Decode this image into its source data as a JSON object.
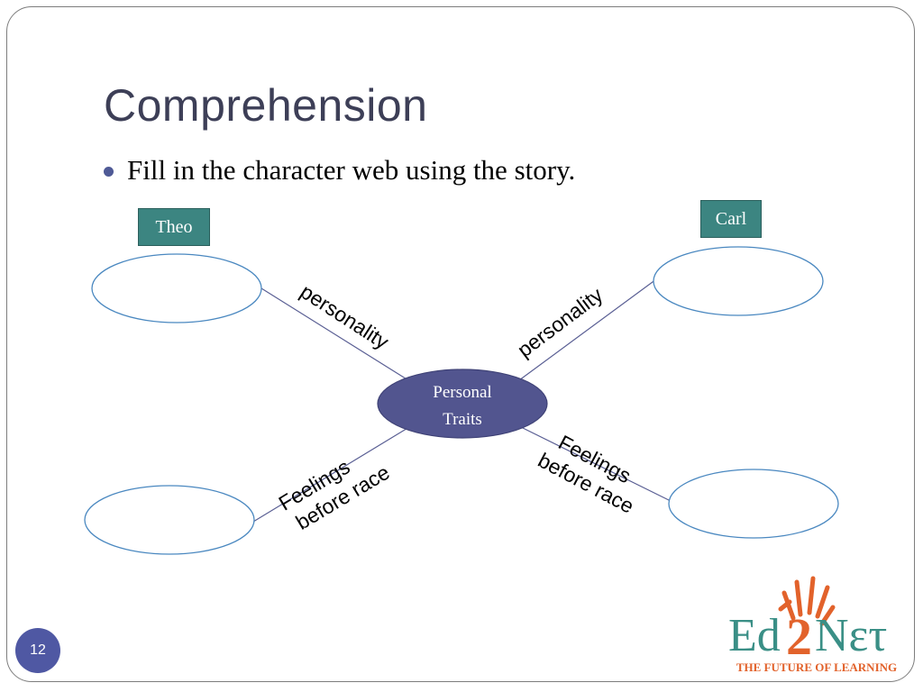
{
  "slide": {
    "title": "Comprehension",
    "bullet": "Fill in the character web using the story.",
    "page_number": "12"
  },
  "web": {
    "characters": [
      "Theo",
      "Carl"
    ],
    "center_lines": [
      "Personal",
      "Traits"
    ],
    "labels": {
      "top_left": "personality",
      "top_right": "personality",
      "bottom_left_line1": "Feelings",
      "bottom_left_line2": "before race",
      "bottom_right_line1": "Feelings",
      "bottom_right_line2": "before race"
    }
  },
  "logo": {
    "text_ed": "Ed",
    "text_two": "2",
    "text_net": "Nετ",
    "tagline": "THE FUTURE OF LEARNING"
  },
  "colors": {
    "title": "#3d3f57",
    "name_box": "#3c8581",
    "center_ellipse": "#52558f",
    "ellipse_outline": "#4a88c0",
    "page_badge": "#4f58a3",
    "logo_teal": "#3a8f86",
    "logo_orange": "#e2622b"
  }
}
